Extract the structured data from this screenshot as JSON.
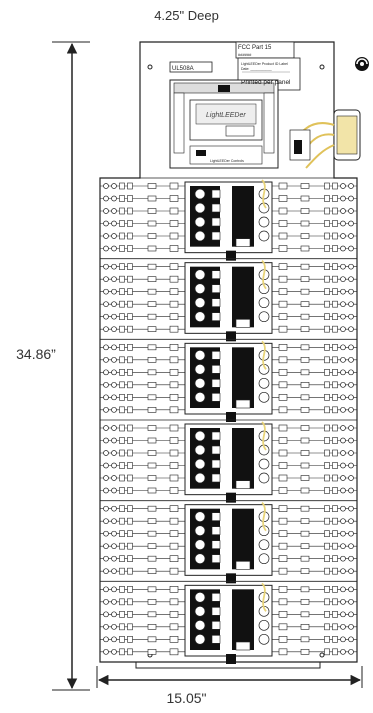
{
  "dimensions": {
    "depth": "4.25\" Deep",
    "height": "34.86”",
    "width": "15.05\""
  },
  "control_unit": {
    "fcc_label": "FCC Part 15",
    "fcc_sub": "######",
    "model_label": "UL508A",
    "panel_label_line1": "LightLEEDer Product ID Label",
    "panel_label_line2": "Date: ___________",
    "printed_per_panel": "Printed per panel",
    "brand": "LightLEEDer",
    "tag": "LightLEEDer Controls"
  },
  "relay_module_count": 6,
  "colors": {
    "line": "#222222",
    "panel": "#ffffff",
    "board": "#111111",
    "wire": "#e8d47a",
    "transformer": "#e0c25a"
  },
  "icons": [
    "logo-swirl-icon",
    "transformer-icon"
  ]
}
